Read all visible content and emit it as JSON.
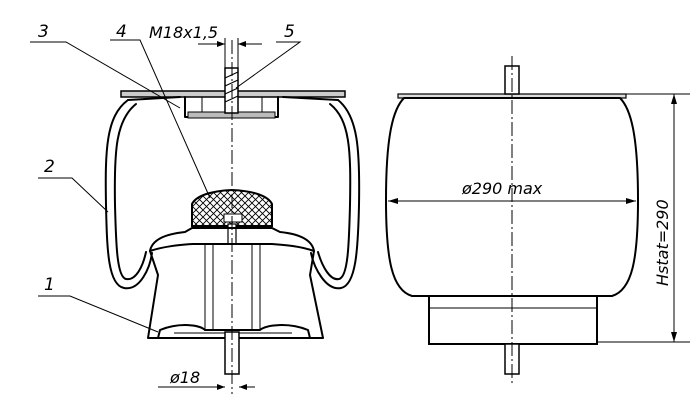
{
  "drawing": {
    "callouts": [
      "1",
      "2",
      "3",
      "4",
      "5"
    ],
    "dimensions": {
      "thread": "M18x1,5",
      "shaft_diameter": "ø18",
      "outer_diameter": "ø290 max",
      "static_height": "Hstat=290"
    }
  }
}
